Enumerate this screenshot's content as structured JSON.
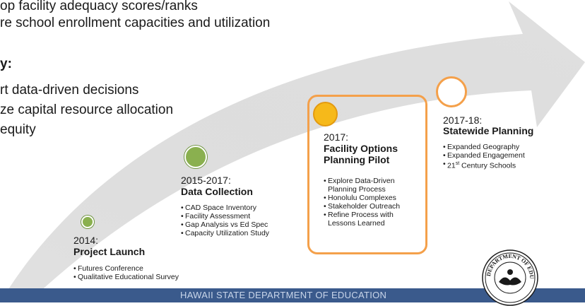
{
  "intro": {
    "lines": [
      "op facility adequacy scores/ranks",
      "re school enrollment capacities and utilization"
    ],
    "heading": "y:",
    "why_lines": [
      "rt data-driven decisions",
      "ze capital resource allocation",
      " equity"
    ]
  },
  "milestones": [
    {
      "year": "2014:",
      "title": "Project Launch",
      "bullets": [
        "Futures Conference",
        "Qualitative Educational Survey"
      ],
      "dot_color": "#8ab04f"
    },
    {
      "year": "2015-2017:",
      "title": "Data Collection",
      "bullets": [
        "CAD Space Inventory",
        "Facility Assessment",
        "Gap Analysis vs Ed Spec",
        "Capacity Utilization Study"
      ],
      "dot_color": "#8ab04f"
    },
    {
      "year": "2017:",
      "title_line1": "Facility Options",
      "title_line2": "Planning Pilot",
      "bullets": [
        "Explore Data-Driven Planning Process",
        "Honolulu Complexes",
        "Stakeholder Outreach",
        "Refine Process with Lessons Learned"
      ],
      "dot_color": "#f6b91a"
    },
    {
      "year": "2017-18:",
      "title": "Statewide Planning",
      "bullets": [
        "Expanded Geography",
        "Expanded Engagement"
      ],
      "last_bullet_prefix": "21",
      "last_bullet_sup": "st",
      "last_bullet_suffix": " Century Schools",
      "dot_color": "#ffffff"
    }
  ],
  "footer": {
    "text": "HAWAII STATE DEPARTMENT OF EDUCATION"
  },
  "colors": {
    "arrow": "#d4d4d4",
    "accent_orange": "#f4a04a",
    "green": "#8ab04f",
    "yellow": "#f6b91a",
    "footer_band": "#3a5a8c"
  },
  "seal": {
    "label": "DEPARTMENT OF EDUCATION"
  }
}
